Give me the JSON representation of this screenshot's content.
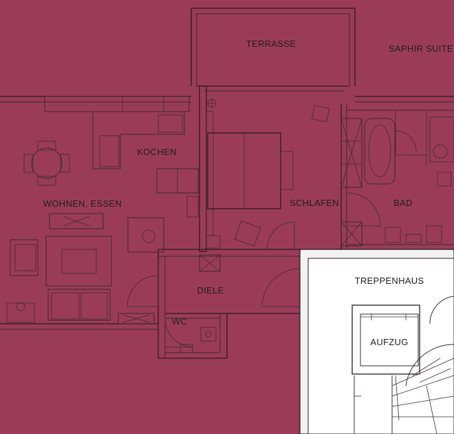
{
  "rooms": {
    "terrasse": "TERRASSE",
    "saphir_suite": "SAPHIR SUITE",
    "kochen": "KOCHEN",
    "wohnen_essen": "WOHNEN, ESSEN",
    "schlafen": "SCHLAFEN",
    "bad": "BAD",
    "diele": "DIELE",
    "wc": "WC",
    "treppenhaus": "TREPPENHAUS",
    "aufzug": "AUFZUG"
  },
  "colors": {
    "background": "#9b3b5a",
    "staircase_area": "#f2f2f2",
    "lines": "#2a1a20"
  }
}
